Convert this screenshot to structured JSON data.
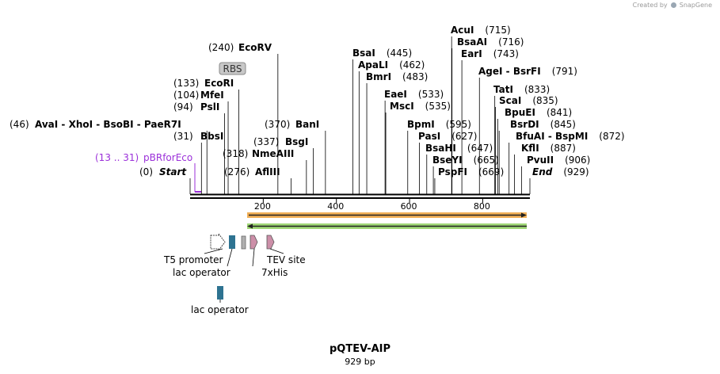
{
  "app_credit": {
    "prefix": "Created by",
    "brand": "SnapGene"
  },
  "plasmid": {
    "name": "pQTEV-AIP",
    "length_label": "929 bp",
    "length_bp": 929
  },
  "ruler": {
    "ticks": [
      "200",
      "400",
      "600",
      "800"
    ]
  },
  "rbs_label": "RBS",
  "sites": [
    {
      "pos": "(240)",
      "name": "EcoRV",
      "bp": 240
    },
    {
      "pos": "(133)",
      "name": "EcoRI",
      "bp": 133
    },
    {
      "pos": "(104)",
      "name": "MfeI",
      "bp": 104
    },
    {
      "pos": "(94)",
      "name": "PslI",
      "bp": 94
    },
    {
      "pos": "(46)",
      "name": "AvaI - XhoI - BsoBI - PaeR7I",
      "bp": 46
    },
    {
      "pos": "(31)",
      "name": "BbsI",
      "bp": 31
    },
    {
      "pos": "(370)",
      "name": "BanI",
      "bp": 370
    },
    {
      "pos": "(337)",
      "name": "BsgI",
      "bp": 337
    },
    {
      "pos": "(318)",
      "name": "NmeAIII",
      "bp": 318
    },
    {
      "pos": "(276)",
      "name": "AflIII",
      "bp": 276
    },
    {
      "pos": "(0)",
      "name": "Start",
      "bp": 0,
      "style": "end"
    },
    {
      "pos": "(445)",
      "name": "BsaI",
      "bp": 445
    },
    {
      "pos": "(462)",
      "name": "ApaLI",
      "bp": 462
    },
    {
      "pos": "(483)",
      "name": "BmrI",
      "bp": 483
    },
    {
      "pos": "(533)",
      "name": "EaeI",
      "bp": 533
    },
    {
      "pos": "(535)",
      "name": "MscI",
      "bp": 535
    },
    {
      "pos": "(595)",
      "name": "BpmI",
      "bp": 595
    },
    {
      "pos": "(627)",
      "name": "PasI",
      "bp": 627
    },
    {
      "pos": "(647)",
      "name": "BsaHI",
      "bp": 647
    },
    {
      "pos": "(665)",
      "name": "BseYI",
      "bp": 665
    },
    {
      "pos": "(669)",
      "name": "PspFI",
      "bp": 669
    },
    {
      "pos": "(715)",
      "name": "AcuI",
      "bp": 715
    },
    {
      "pos": "(716)",
      "name": "BsaAI",
      "bp": 716
    },
    {
      "pos": "(743)",
      "name": "EarI",
      "bp": 743
    },
    {
      "pos": "(791)",
      "name": "AgeI - BsrFI",
      "bp": 791
    },
    {
      "pos": "(833)",
      "name": "TatI",
      "bp": 833
    },
    {
      "pos": "(835)",
      "name": "ScaI",
      "bp": 835
    },
    {
      "pos": "(841)",
      "name": "BpuEI",
      "bp": 841
    },
    {
      "pos": "(845)",
      "name": "BsrDI",
      "bp": 845
    },
    {
      "pos": "(872)",
      "name": "BfuAI - BspMI",
      "bp": 872
    },
    {
      "pos": "(887)",
      "name": "KflI",
      "bp": 887
    },
    {
      "pos": "(906)",
      "name": "PvuII",
      "bp": 906
    },
    {
      "pos": "(929)",
      "name": "End",
      "bp": 929,
      "style": "end"
    }
  ],
  "primer": {
    "range": "(13 .. 31)",
    "name": "pBRforEco",
    "color": "#9b30d9"
  },
  "features": [
    {
      "name": "T5 promoter",
      "type": "promoter",
      "color": "#ffffff"
    },
    {
      "name": "lac operator",
      "type": "operator",
      "color": "#2e7391"
    },
    {
      "name": "RBS",
      "type": "rbs",
      "color": "#b0b0b0"
    },
    {
      "name": "7xHis",
      "type": "tag",
      "color": "#cc8fa8"
    },
    {
      "name": "TEV site",
      "type": "site",
      "color": "#cc8fa8"
    },
    {
      "name": "lac operator",
      "type": "operator",
      "color": "#2e7391"
    }
  ],
  "orf_colors": {
    "forward": "#f0a23a",
    "reverse": "#8fd15e"
  }
}
